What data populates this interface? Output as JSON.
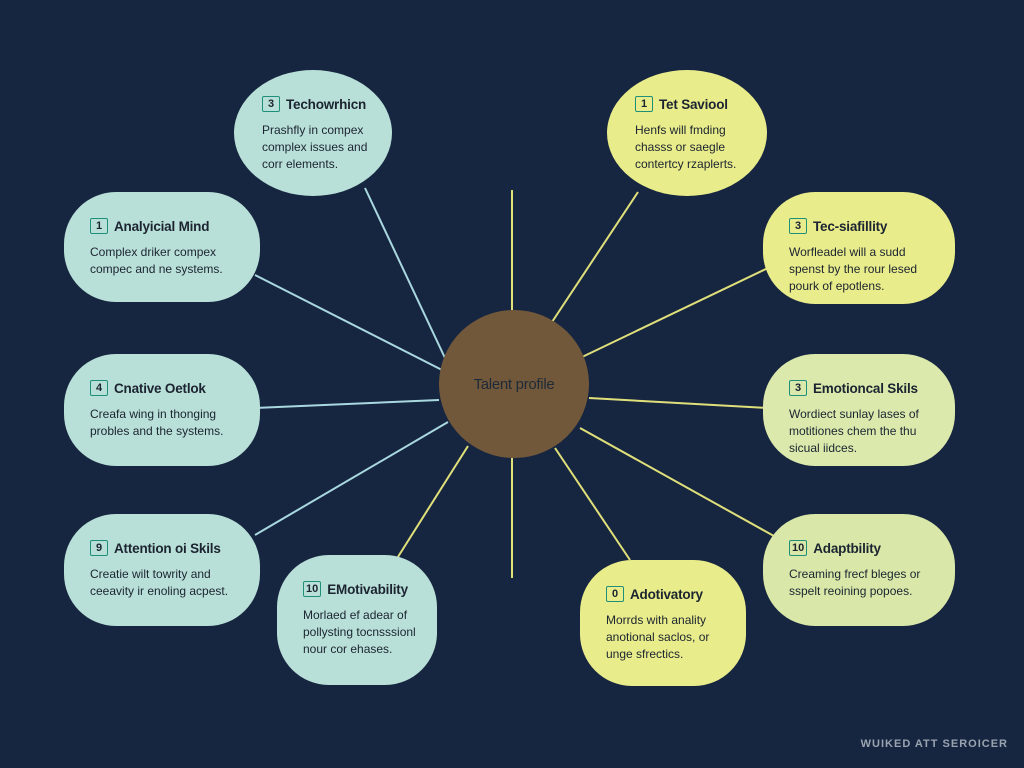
{
  "center": {
    "label": "Talent profile"
  },
  "colors": {
    "background": "#172640",
    "teal_node": "#b9e0d8",
    "yellow_node": "#e9ec8a",
    "lime_node": "#d9e8a8",
    "center_node": "#72583a",
    "teal_line": "#a9d8e0",
    "yellow_line": "#e0e07a"
  },
  "nodes": [
    {
      "id": "techowrhicn",
      "badge": "3",
      "title": "Techowrhicn",
      "lines": [
        "Prashfly in compex",
        "complex issues and",
        "corr elements."
      ]
    },
    {
      "id": "analytical",
      "badge": "1",
      "title": "Analyicial Mind",
      "lines": [
        "Complex driker compex",
        "compec and ne systems."
      ]
    },
    {
      "id": "creative",
      "badge": "4",
      "title": "Cnative Oetlok",
      "lines": [
        "Creafa wing in thonging",
        "probles and the systems."
      ]
    },
    {
      "id": "attention",
      "badge": "9",
      "title": "Attention oi Skils",
      "lines": [
        "Creatie wilt towrity and",
        "ceeavity ir enoling acpest."
      ]
    },
    {
      "id": "emotivability",
      "badge": "10",
      "title": "EMotivability",
      "lines": [
        "Morlaed ef adear of",
        "pollysting tocnsssionl",
        "nour cor ehases."
      ]
    },
    {
      "id": "saviool",
      "badge": "1",
      "title": "Tet Saviool",
      "lines": [
        "Henfs will fmding",
        "chasss or saegle",
        "contertcy rzaplerts."
      ]
    },
    {
      "id": "tecsiafility",
      "badge": "3",
      "title": "Tec-siafillity",
      "lines": [
        "Worfleadel will a sudd",
        "spenst by the rour lesed",
        "pourk of epotlens."
      ]
    },
    {
      "id": "emotional",
      "badge": "3",
      "title": "Emotioncal Skils",
      "lines": [
        "Wordiect sunlay lases of",
        "motitiones chem the thu",
        "sicual iidces."
      ]
    },
    {
      "id": "adaptability",
      "badge": "10",
      "title": "Adaptbility",
      "lines": [
        "Creaming frecf bleges or",
        "sspelt reoining popoes."
      ]
    },
    {
      "id": "adotivatory",
      "badge": "0",
      "title": "Adotivatory",
      "lines": [
        "Morrds with anality",
        "anotional saclos, or",
        "unge sfrectics."
      ]
    }
  ],
  "watermark": "WUIKED ATT SEROICER"
}
